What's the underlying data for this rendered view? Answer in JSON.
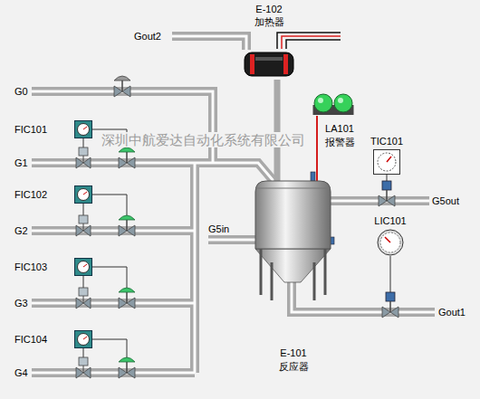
{
  "diagram": {
    "nodes": [
      {
        "text": [
          "E-102",
          "加热器"
        ]
      },
      {
        "text": [
          "FIC101"
        ]
      },
      {
        "text": [
          "LA101",
          "报警器"
        ]
      },
      {
        "text": [
          "TIC101"
        ]
      },
      {
        "text": [
          "FIC102"
        ]
      },
      {
        "text": [
          "LIC101"
        ]
      },
      {
        "text": [
          "FIC103"
        ]
      },
      {
        "text": [
          "FIC104"
        ]
      },
      {
        "text": [
          "E-101",
          "反应器"
        ]
      }
    ],
    "edges": [
      {
        "from": 0,
        "to": 8,
        "arrow": "none"
      },
      {
        "from": 2,
        "to": 8,
        "arrow": "none"
      }
    ],
    "labels": [
      "Gout2",
      "G0",
      "G1",
      "G5out",
      "G2",
      "G5in",
      "G3",
      "Gout1",
      "G4",
      "深圳中航爱达自动化系统有限公司"
    ]
  }
}
